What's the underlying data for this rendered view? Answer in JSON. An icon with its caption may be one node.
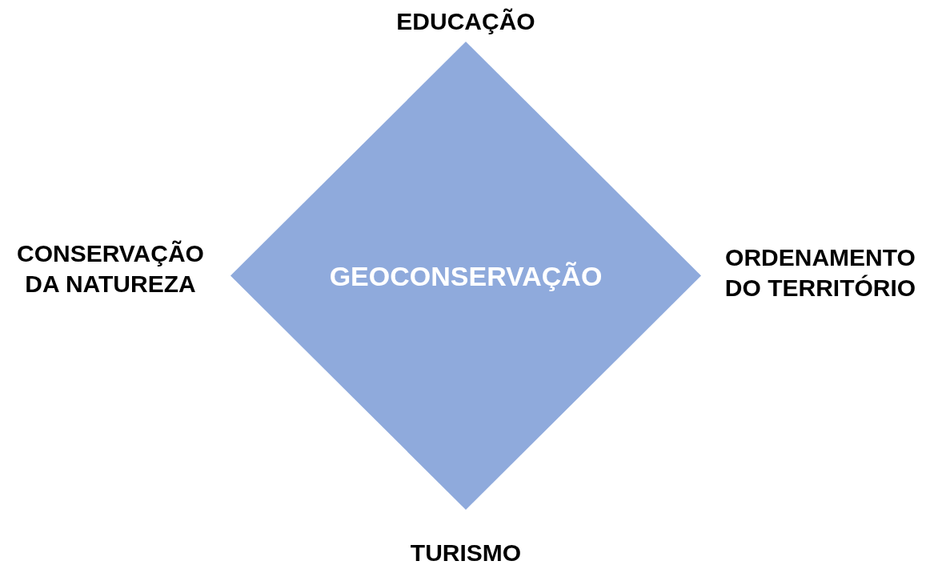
{
  "diagram": {
    "nodes": [
      {
        "text": [
          "GEOCONSERVAÇÃO"
        ]
      }
    ],
    "labels": [
      "EDUCAÇÃO",
      "CONSERVAÇÃO DA NATUREZA",
      "ORDENAMENTO DO TERRITÓRIO",
      "TURISMO"
    ]
  }
}
